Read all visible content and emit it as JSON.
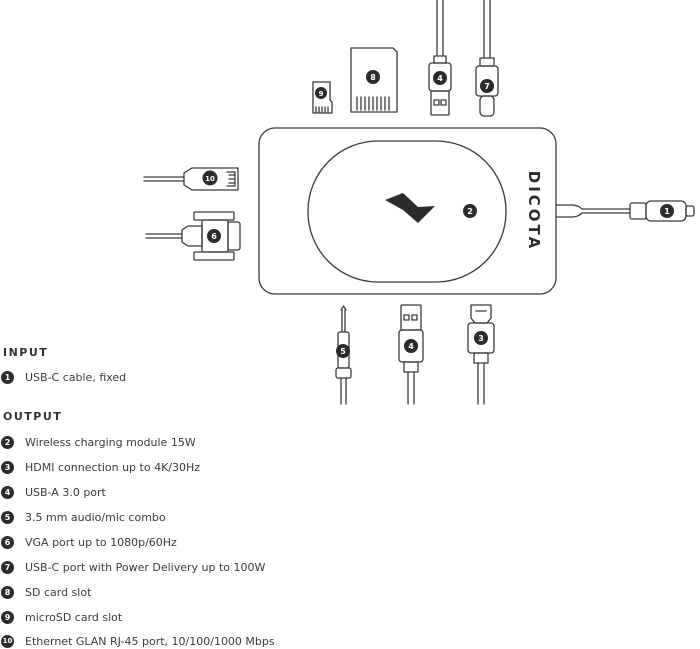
{
  "diagram": {
    "brand": "DICOTA",
    "callouts": [
      "1",
      "2",
      "3",
      "4",
      "5",
      "6",
      "7",
      "8",
      "9",
      "10"
    ]
  },
  "legend": {
    "input_heading": "INPUT",
    "input_items": [
      {
        "num": "1",
        "text": "USB-C cable, fixed"
      }
    ],
    "output_heading": "OUTPUT",
    "output_items": [
      {
        "num": "2",
        "text": "Wireless charging module 15W"
      },
      {
        "num": "3",
        "text": "HDMI connection up to 4K/30Hz"
      },
      {
        "num": "4",
        "text": "USB-A 3.0 port"
      },
      {
        "num": "5",
        "text": "3.5 mm audio/mic combo"
      },
      {
        "num": "6",
        "text": "VGA port up to 1080p/60Hz"
      },
      {
        "num": "7",
        "text": "USB-C port with Power Delivery up to 100W"
      },
      {
        "num": "8",
        "text": "SD card slot"
      },
      {
        "num": "9",
        "text": "microSD card slot"
      },
      {
        "num": "10",
        "text": "Ethernet GLAN RJ-45 port, 10/100/1000 Mbps"
      }
    ]
  }
}
